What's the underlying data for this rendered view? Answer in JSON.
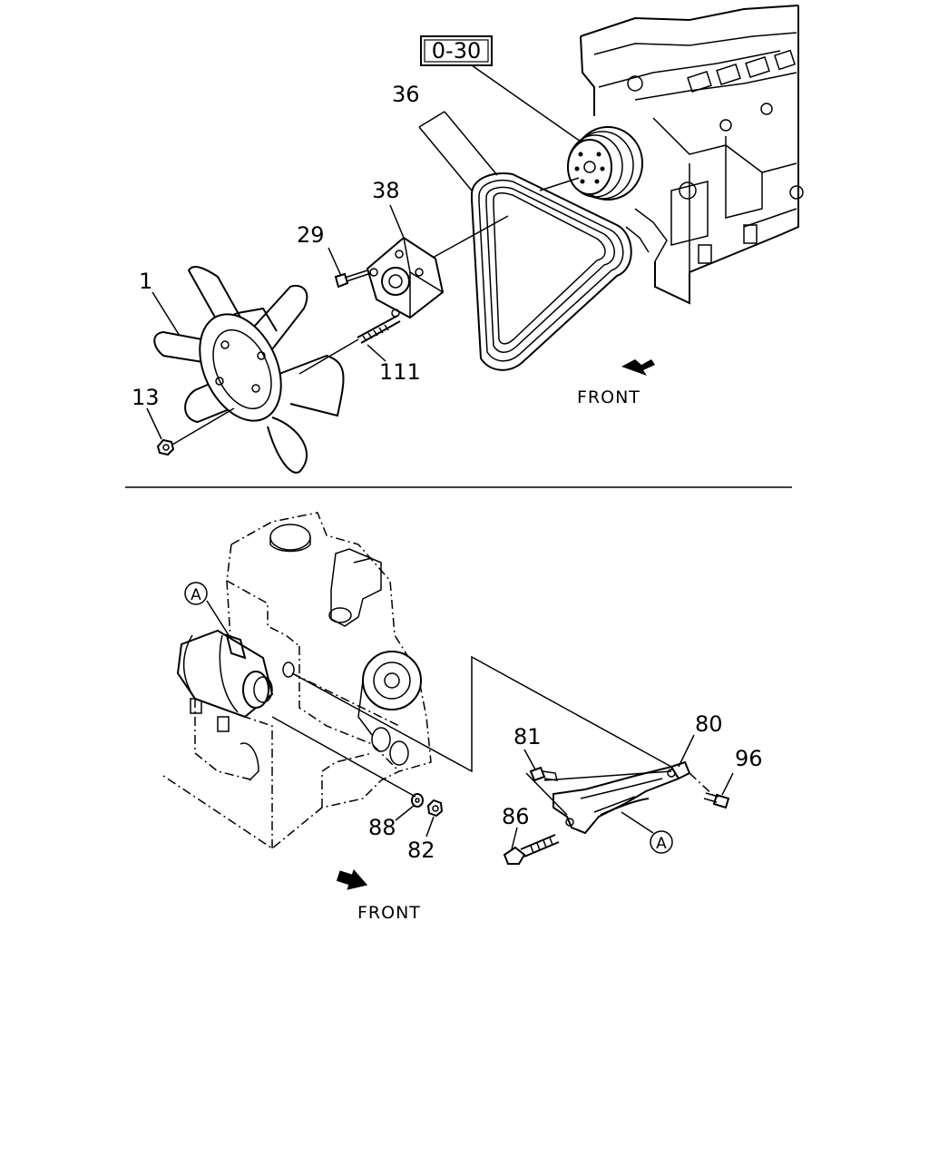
{
  "ref_box": "0-30",
  "front_label": "FRONT",
  "circle_ref": "A",
  "callouts": {
    "fan": "1",
    "nut_13": "13",
    "bolt_29": "29",
    "belt": "36",
    "fan_pulley": "38",
    "stud": "111",
    "bracket": "80",
    "bolt_81": "81",
    "nut_82": "82",
    "bolt_86": "86",
    "washer": "88",
    "bolt_96": "96"
  }
}
